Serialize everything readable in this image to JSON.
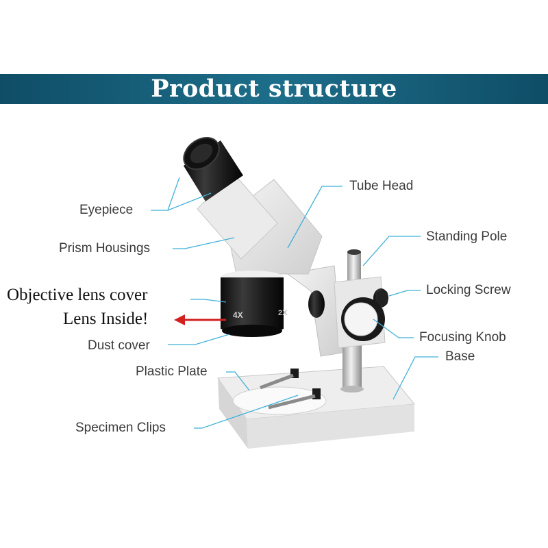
{
  "header": {
    "title": "Product structure"
  },
  "labels": {
    "eyepiece": "Eyepiece",
    "prism_housings": "Prism Housings",
    "tube_head": "Tube Head",
    "standing_pole": "Standing Pole",
    "locking_screw": "Locking Screw",
    "objective_lens_cover": "Objective lens cover",
    "lens_inside": "Lens Inside!",
    "dust_cover": "Dust cover",
    "focusing_knob": "Focusing Knob",
    "base": "Base",
    "plastic_plate": "Plastic Plate",
    "specimen_clips": "Specimen Clips"
  },
  "objective": {
    "mag_left": "4X",
    "mag_right": "2X"
  },
  "colors": {
    "banner": "#1d6e8a",
    "leader": "#3fb0d8",
    "arrow": "#d21f1f"
  }
}
